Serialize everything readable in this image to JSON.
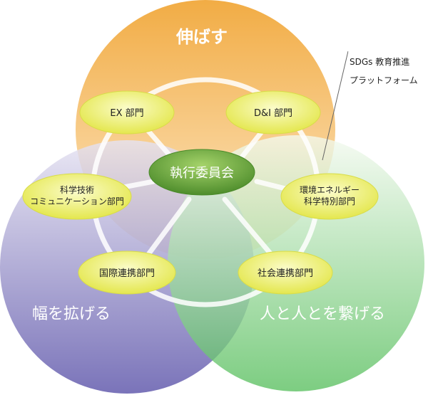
{
  "circles": {
    "top": {
      "label": "伸ばす",
      "color_light": "#fde7c4",
      "color_dark": "#f0a330"
    },
    "left": {
      "label": "幅を拡げる",
      "color_light": "#e6e3f2",
      "color_dark": "#6a62b2"
    },
    "right": {
      "label": "人と人とを繋げる",
      "color_light": "#f1f8ec",
      "color_dark": "#63c368"
    }
  },
  "center": {
    "label": "執行委員会",
    "color": "#6aa63e"
  },
  "departments": {
    "ex": "EX 部門",
    "di": "D&I 部門",
    "sci_comm": {
      "line1": "科学技術",
      "line2": "コミュニケーション部門"
    },
    "env": {
      "line1": "環境エネルギー",
      "line2": "科学特別部門"
    },
    "intl": "国際連携部門",
    "social": "社会連携部門"
  },
  "callout": {
    "line1": "SDGs 教育推進",
    "line2": "プラットフォーム"
  },
  "colors": {
    "node_fill": "#eef07a",
    "node_edge": "#dfe35a",
    "ring": "#ffffff"
  }
}
